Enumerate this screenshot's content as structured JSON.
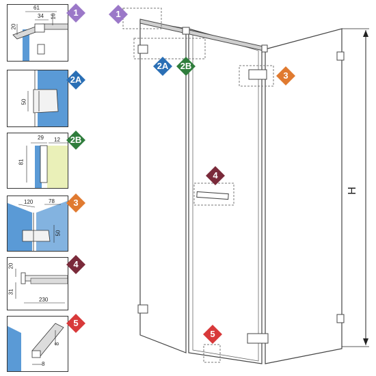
{
  "badges": {
    "b1": {
      "label": "1",
      "color": "#9b78c8"
    },
    "b2a": {
      "label": "2A",
      "color": "#2a6fb5"
    },
    "b2b": {
      "label": "2B",
      "color": "#2f7d3c"
    },
    "b3": {
      "label": "3",
      "color": "#e07a30"
    },
    "b4": {
      "label": "4",
      "color": "#7a2a3a"
    },
    "b5": {
      "label": "5",
      "color": "#d8393a"
    }
  },
  "details": {
    "d1": {
      "dims": [
        "61",
        "34",
        "16",
        "20"
      ]
    },
    "d2a": {
      "dims": [
        "50"
      ]
    },
    "d2b": {
      "dims": [
        "29",
        "12",
        "81"
      ]
    },
    "d3": {
      "dims": [
        "120",
        "78",
        "50"
      ]
    },
    "d4": {
      "dims": [
        "20",
        "31",
        "230"
      ]
    },
    "d5": {
      "dims": [
        "8",
        "8"
      ]
    }
  },
  "main": {
    "height_label": "H"
  },
  "colors": {
    "glass": "#5a9ad6",
    "frame": "#555555",
    "panel_yellow": "#eaf0b8"
  }
}
